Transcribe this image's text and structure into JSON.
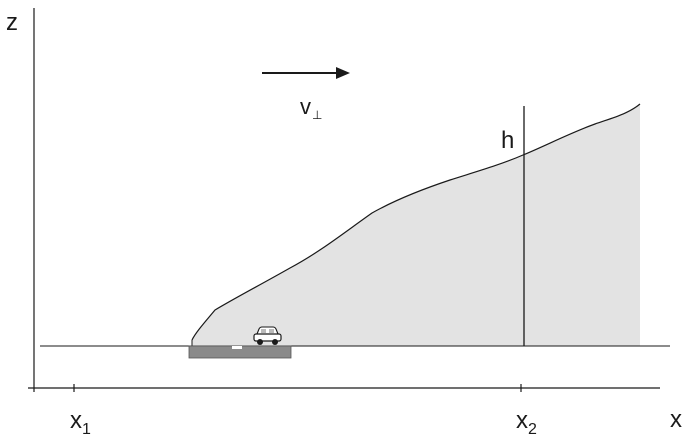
{
  "axes": {
    "z_label": "z",
    "x_label": "x"
  },
  "ticks": {
    "x1": {
      "base": "x",
      "sub": "1"
    },
    "x2": {
      "base": "x",
      "sub": "2"
    }
  },
  "velocity": {
    "base": "v",
    "sub": "⊥"
  },
  "height_label": "h",
  "colors": {
    "ink": "#1a1a1a",
    "region_fill": "#e3e3e3",
    "platform_fill": "#8a8a8a"
  },
  "icons": [
    "arrow-right-icon",
    "car-icon"
  ]
}
